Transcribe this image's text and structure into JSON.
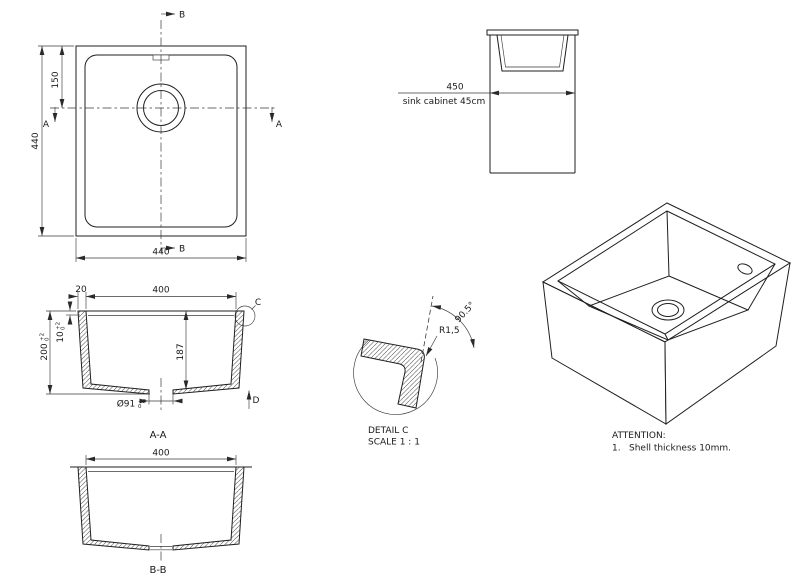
{
  "colors": {
    "background": "#ffffff",
    "line": "#1f1f1f"
  },
  "plan_view": {
    "dim_height": "440",
    "dim_width": "440",
    "dim_drain_center": "150",
    "section_b_top": "B",
    "section_b_bottom": "B",
    "section_a_left": "A",
    "section_a_right": "A"
  },
  "cabinet_view": {
    "dim_width": "450",
    "caption": "sink cabinet 45cm"
  },
  "section_aa": {
    "caption": "A-A",
    "dim_wall_thickness": "20",
    "dim_inner_width": "400",
    "dim_total_depth": "200",
    "dim_total_depth_tol_upper": "+2",
    "dim_total_depth_tol_lower": "0",
    "dim_rim_thickness": "10",
    "dim_rim_thickness_tol_upper": "+2",
    "dim_rim_thickness_tol_lower": "0",
    "dim_inner_depth": "187",
    "dim_drain_diameter": "Ø91",
    "dim_drain_tol_upper": "+2",
    "dim_drain_tol_lower": "0",
    "detail_label": "C",
    "direction_label": "D"
  },
  "detail_c": {
    "caption_line1": "DETAIL C",
    "caption_line2": "SCALE 1 : 1",
    "radius_label": "R1,5",
    "angle_label": "90.5°"
  },
  "section_bb": {
    "caption": "B-B",
    "dim_inner_width": "400"
  },
  "attention": {
    "title": "ATTENTION:",
    "item_number": "1.",
    "item_text": "Shell thickness 10mm."
  }
}
